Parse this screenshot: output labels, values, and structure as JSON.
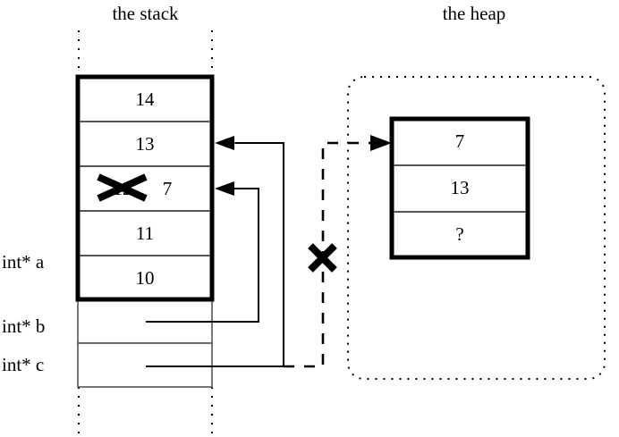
{
  "diagram": {
    "title_stack": "the stack",
    "title_heap": "the heap",
    "colors": {
      "ink": "#000000",
      "background": "#ffffff",
      "cell_divider": "#555555"
    }
  },
  "stack": {
    "label": "the stack",
    "frame_cells": [
      {
        "value": "14",
        "struck": false,
        "annotation": ""
      },
      {
        "value": "13",
        "struck": false,
        "annotation": ""
      },
      {
        "value": "12",
        "struck": true,
        "annotation": "7"
      },
      {
        "value": "11",
        "struck": false,
        "annotation": ""
      },
      {
        "value": "10",
        "struck": false,
        "annotation": ""
      }
    ],
    "variables": [
      {
        "name": "int* a",
        "value": ""
      },
      {
        "name": "int* b",
        "value": ""
      },
      {
        "name": "int* c",
        "value": ""
      }
    ]
  },
  "heap": {
    "label": "the heap",
    "cells": [
      {
        "value": "7"
      },
      {
        "value": "13"
      },
      {
        "value": "?"
      }
    ]
  },
  "annotations": {
    "strikeout_mark": "X",
    "broken_pointer_mark": "X",
    "struck_cell_old_value": "12",
    "struck_cell_new_value": "7"
  },
  "pointers": [
    {
      "from": "int* b",
      "to": "stack-cell-2",
      "style": "solid"
    },
    {
      "from": "int* c",
      "to": "stack-cell-1",
      "style": "solid"
    },
    {
      "from": "int* c",
      "to": "heap-cell-0",
      "style": "dashed",
      "broken": true
    }
  ]
}
